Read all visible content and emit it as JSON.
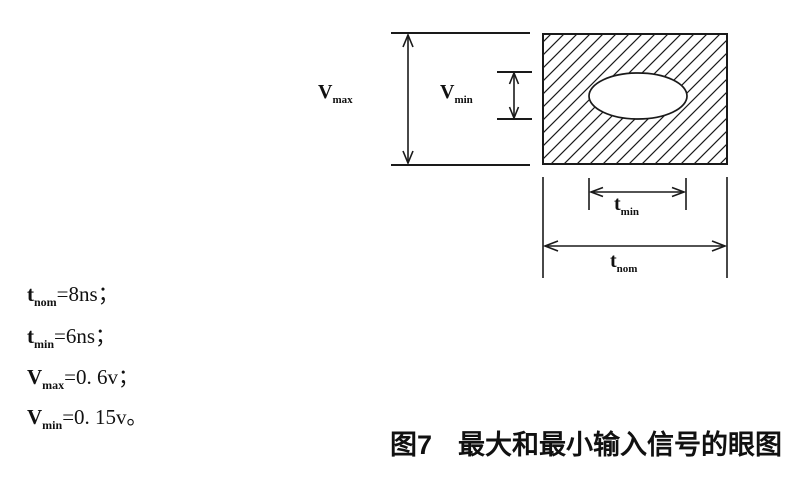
{
  "figure": {
    "caption": {
      "number": "图7",
      "title": "最大和最小输入信号的眼图"
    },
    "diagram_labels": {
      "v_max": {
        "base": "V",
        "sub": "max"
      },
      "v_min": {
        "base": "V",
        "sub": "min"
      },
      "t_min": {
        "base": "t",
        "sub": "min"
      },
      "t_nom": {
        "base": "t",
        "sub": "nom"
      }
    },
    "parameters": [
      {
        "base": "t",
        "sub": "nom",
        "value": "=8ns；"
      },
      {
        "base": "t",
        "sub": "min",
        "value": "=6ns；"
      },
      {
        "base": "V",
        "sub": "max",
        "value": "=0. 6v；"
      },
      {
        "base": "V",
        "sub": "min",
        "value": "=0. 15v。"
      }
    ],
    "colors": {
      "line": "#1a1a1a",
      "background": "#ffffff"
    }
  }
}
